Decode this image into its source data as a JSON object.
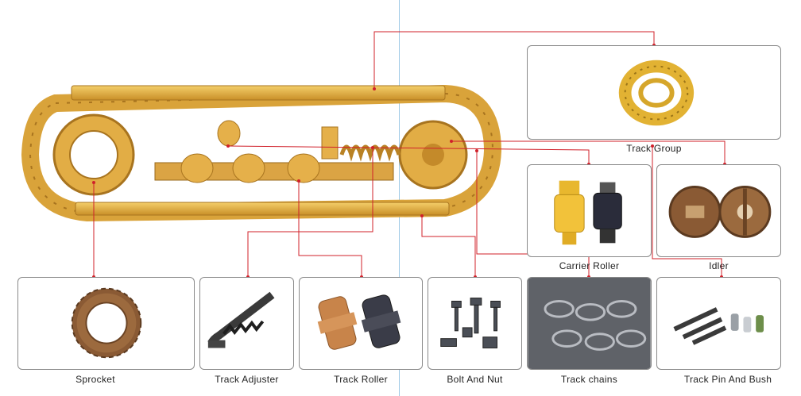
{
  "parts": {
    "track_group": {
      "label": "Track Group"
    },
    "carrier_roller": {
      "label": "Carrier Roller"
    },
    "idler": {
      "label": "Idler"
    },
    "sprocket": {
      "label": "Sprocket"
    },
    "track_adjuster": {
      "label": "Track Adjuster"
    },
    "track_roller": {
      "label": "Track Roller"
    },
    "bolt_and_nut": {
      "label": "Bolt And Nut"
    },
    "track_chains": {
      "label": "Track chains"
    },
    "track_pin_and_bush": {
      "label": "Track Pin And Bush"
    }
  },
  "colors": {
    "leader_line": "#d0202a",
    "frame_yellow": "#e8b43a",
    "frame_dark": "#b8842a",
    "box_border": "#8a8a8a"
  }
}
